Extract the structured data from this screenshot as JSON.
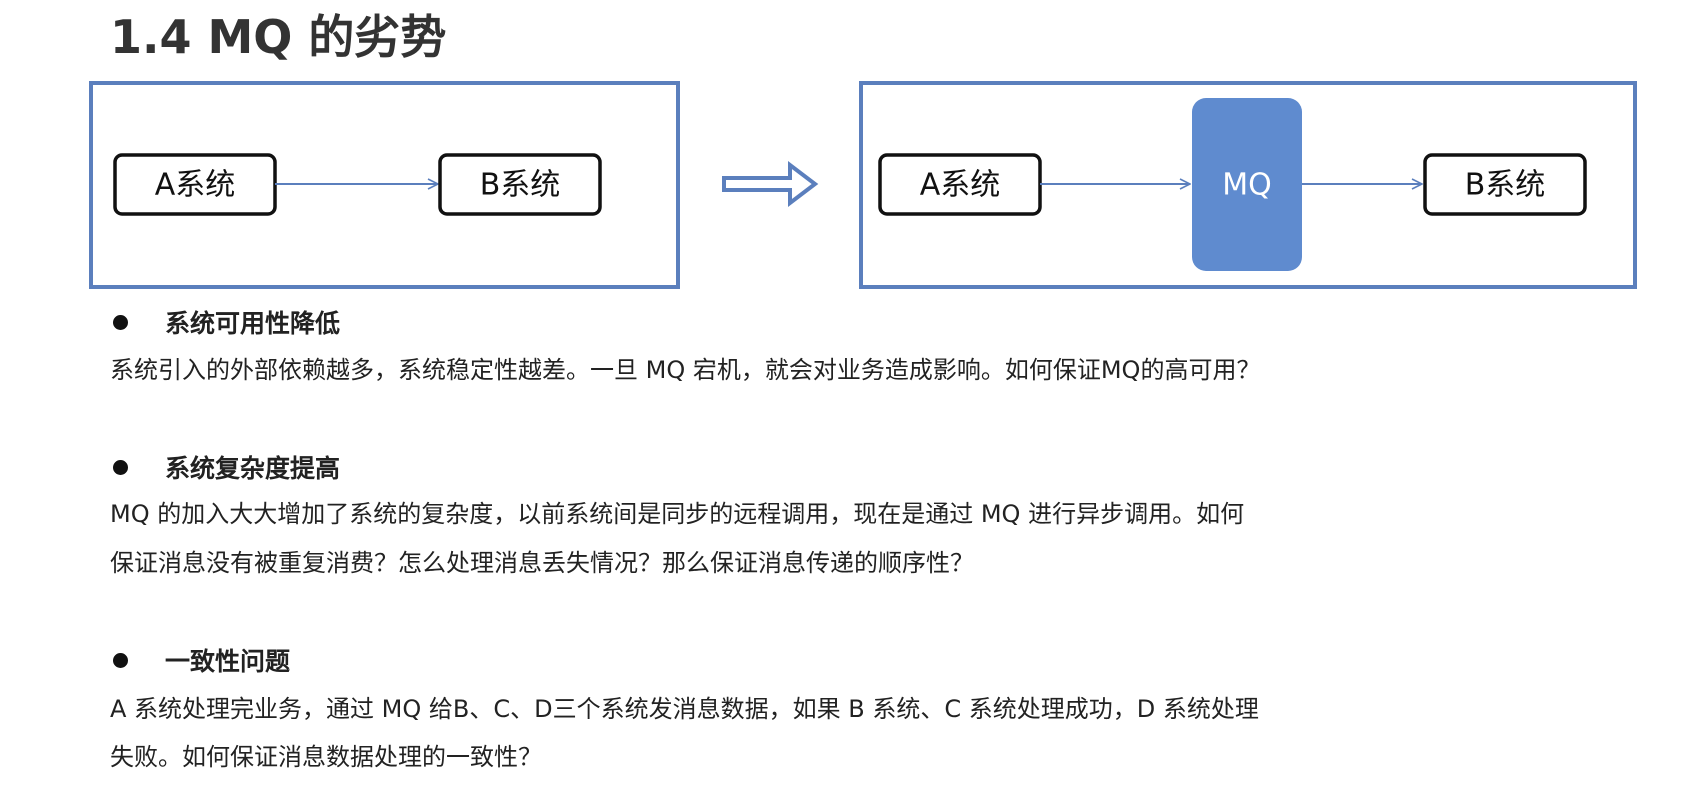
{
  "title": "1.4 MQ 的劣势",
  "colors": {
    "frame_blue": "#5b7fbd",
    "mq_fill": "#5f8bcf",
    "box_border": "#111111"
  },
  "diagram": {
    "left_panel": {
      "a_label": "A系统",
      "b_label": "B系统"
    },
    "transition_arrow_icon": "double-right-arrow",
    "right_panel": {
      "a_label": "A系统",
      "mq_label": "MQ",
      "b_label": "B系统"
    }
  },
  "sections": [
    {
      "heading": "系统可用性降低",
      "lines": [
        "系统引入的外部依赖越多，系统稳定性越差。一旦 MQ 宕机，就会对业务造成影响。如何保证MQ的高可用？"
      ]
    },
    {
      "heading": "系统复杂度提高",
      "lines": [
        "MQ 的加入大大增加了系统的复杂度，以前系统间是同步的远程调用，现在是通过 MQ 进行异步调用。如何",
        "保证消息没有被重复消费？怎么处理消息丢失情况？那么保证消息传递的顺序性？"
      ]
    },
    {
      "heading": "一致性问题",
      "lines": [
        "A 系统处理完业务，通过 MQ 给B、C、D三个系统发消息数据，如果 B 系统、C 系统处理成功，D 系统处理",
        "失败。如何保证消息数据处理的一致性？"
      ]
    }
  ]
}
